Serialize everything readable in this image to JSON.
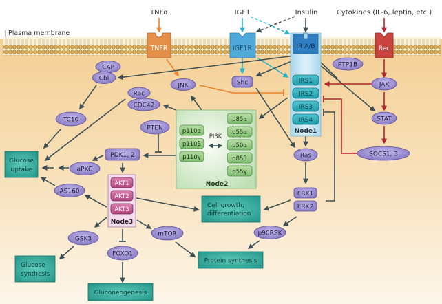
{
  "membrane_label": "Plasma membrane",
  "ligands": {
    "tnf": "TNFα",
    "igf1": "IGF1",
    "insulin": "Insulin",
    "cytokines": "Cytokines (IL-6, leptin, etc.)"
  },
  "receptors": {
    "tnfr": "TNFR",
    "igf1r": "IGF1R",
    "ir": "IR A/B",
    "rec": "Rec"
  },
  "proteins": {
    "cap": "CAP",
    "cbl": "Cbl",
    "jnk": "JNK",
    "shc": "Shc",
    "ptp1b": "PTP1B",
    "rac": "Rac",
    "cdc42": "CDC42",
    "tc10": "TC10",
    "pten": "PTEN",
    "pdk": "PDK1, 2",
    "apkc": "aPKC",
    "as160": "AS160",
    "jak": "JAK",
    "stat": "STAT",
    "socs": "SOCS1, 3",
    "ras": "Ras",
    "erk1": "ERK1",
    "erk2": "ERK2",
    "p90rsk": "p90RSK",
    "gsk3": "GSK3",
    "foxo1": "FOXO1",
    "mtor": "mTOR"
  },
  "node1": {
    "label": "Node1",
    "items": [
      "IRS1",
      "IRS2",
      "IRS3",
      "IRS4"
    ]
  },
  "node2": {
    "label": "Node2",
    "pi3k": "PI3K",
    "catalytic": [
      "p110α",
      "p110β",
      "p110γ"
    ],
    "regulatory": [
      "p85α",
      "p55α",
      "p50α",
      "p85β",
      "p55γ"
    ]
  },
  "node3": {
    "label": "Node3",
    "items": [
      "AKT1",
      "AKT2",
      "AKT3"
    ]
  },
  "outcomes": {
    "glucose_uptake": [
      "Glucose",
      "uptake"
    ],
    "cell_growth": [
      "Cell growth,",
      "differentiation"
    ],
    "glucose_synthesis": [
      "Glucose",
      "synthesis"
    ],
    "protein_synthesis": "Protein synthesis",
    "gluconeogenesis": "Gluconeogenesis"
  },
  "colors": {
    "protein_fill": "#9b8fcf",
    "outcome_fill": "#2aa596",
    "arrow_dark": "#3d4f55",
    "arrow_orange": "#e8822c",
    "arrow_cyan": "#2cb4c9",
    "arrow_red": "#b3212d",
    "tnfr": "#e4904a",
    "igf1r": "#4fa8d8",
    "rec": "#c9443f"
  }
}
